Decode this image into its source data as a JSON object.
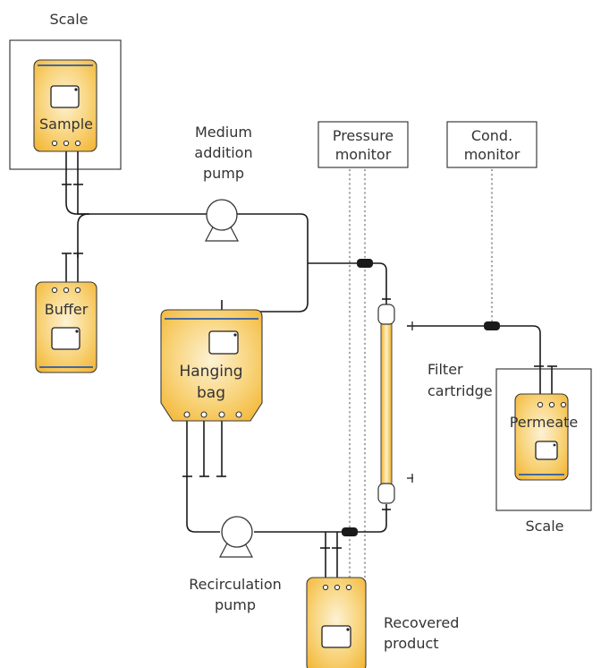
{
  "labels": {
    "scale_top": "Scale",
    "sample": "Sample",
    "buffer": "Buffer",
    "hanging_bag_line1": "Hanging",
    "hanging_bag_line2": "bag",
    "medium_pump_line1": "Medium",
    "medium_pump_line2": "addition",
    "medium_pump_line3": "pump",
    "pressure_monitor_line1": "Pressure",
    "pressure_monitor_line2": "monitor",
    "cond_monitor_line1": "Cond.",
    "cond_monitor_line2": "monitor",
    "filter_line1": "Filter",
    "filter_line2": "cartridge",
    "permeate": "Permeate",
    "scale_right": "Scale",
    "recirc_pump_line1": "Recirculation",
    "recirc_pump_line2": "pump",
    "recovered_line1": "Recovered",
    "recovered_line2": "product"
  },
  "colors": {
    "bag_fill_light": "#fdf2d4",
    "bag_fill_dark": "#f2b12a",
    "bag_top_line": "#2a5aa8",
    "tubing": "#1a1a1a",
    "signal_line": "#a8a8a8"
  },
  "icons": {
    "pump": "pump-icon",
    "filter": "filter-cartridge-icon",
    "sensor": "inline-sensor-icon"
  }
}
